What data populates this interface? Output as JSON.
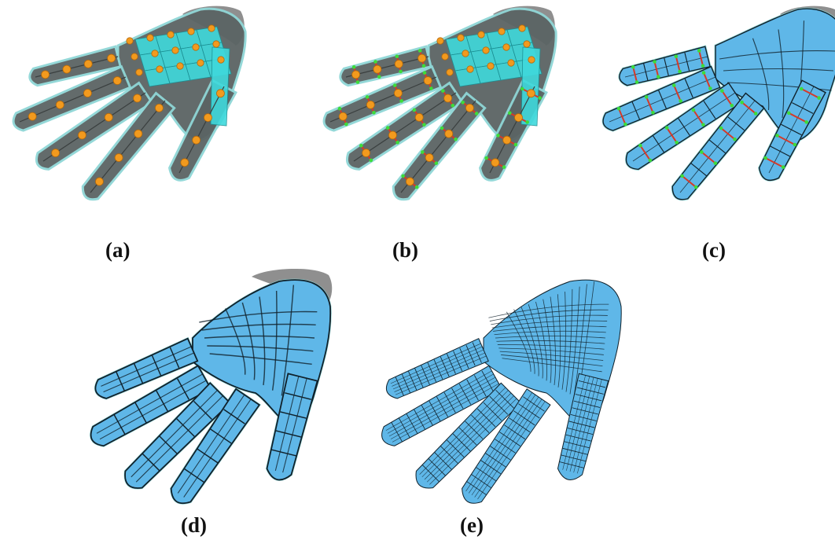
{
  "figure": {
    "panels": [
      {
        "id": "a",
        "caption": "(a)",
        "stage": "skeleton-joints"
      },
      {
        "id": "b",
        "caption": "(b)",
        "stage": "joint-cross-sections"
      },
      {
        "id": "c",
        "caption": "(c)",
        "stage": "coarse-quad-mesh"
      },
      {
        "id": "d",
        "caption": "(d)",
        "stage": "refined-quad-mesh"
      },
      {
        "id": "e",
        "caption": "(e)",
        "stage": "subdivided-quad-mesh"
      }
    ]
  },
  "colors": {
    "silhouette_fill": "#5b6464",
    "silhouette_edge": "#8fd6d6",
    "wrist_cap": "#7b7b7b",
    "joint": "#f29a1e",
    "bone": "#3a3f3f",
    "palm_patch": "#3fd9dc",
    "palm_patch_edge": "#1a8f93",
    "marker_green": "#3ddc3a",
    "section_red": "#d43a2a",
    "mesh_blue": "#5fb7e8",
    "mesh_blue_dark": "#3d8fc4",
    "mesh_edge": "#10212b"
  }
}
